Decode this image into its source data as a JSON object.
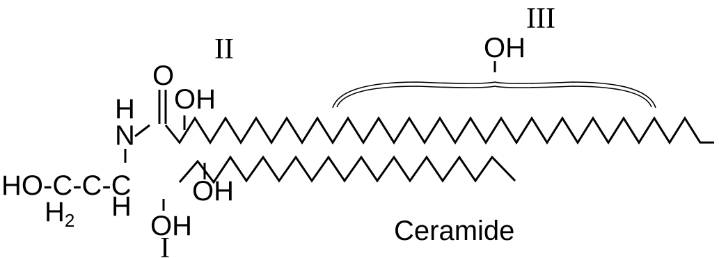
{
  "roman_labels": {
    "region_1": "I",
    "region_2": "II",
    "region_3": "III"
  },
  "caption": "Ceramide",
  "atoms": {
    "ho_left": "HO-C-C-C",
    "h2": "H",
    "h2_sub": "2",
    "h_mid": "H",
    "n": "N",
    "h_n": "H",
    "o_carbonyl": "O",
    "oh_amide": "OH",
    "oh_sphingo": "OH",
    "oh_bottom": "OH",
    "oh_omega": "OH"
  }
}
